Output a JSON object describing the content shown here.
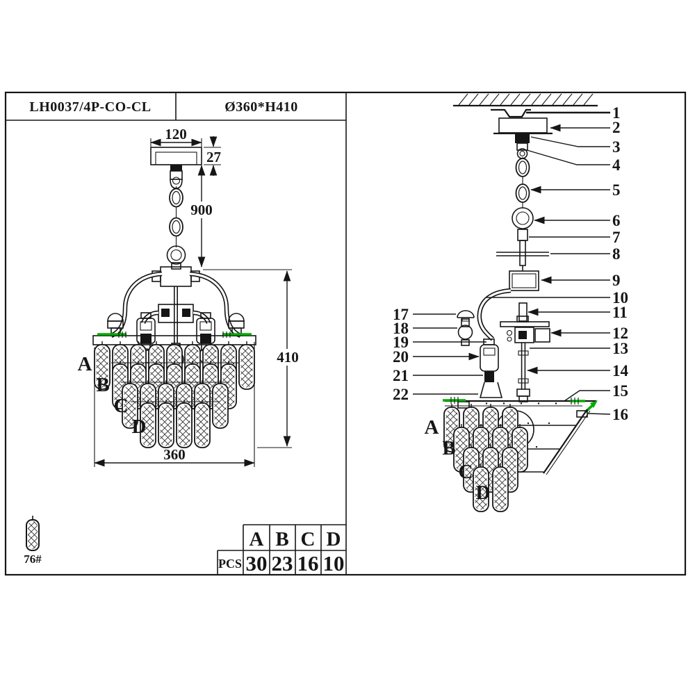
{
  "title_block": {
    "model": "LH0037/4P-CO-CL",
    "size": "Ø360*H410"
  },
  "left_panel": {
    "dims": {
      "canopy_width": "120",
      "canopy_height": "27",
      "chain_length": "900",
      "body_height": "410",
      "body_width": "360"
    },
    "tiers": {
      "a": "A",
      "b": "B",
      "c": "C",
      "d": "D"
    }
  },
  "right_panel": {
    "part_numbers": [
      "1",
      "2",
      "3",
      "4",
      "5",
      "6",
      "7",
      "8",
      "9",
      "10",
      "11",
      "12",
      "13",
      "14",
      "15",
      "16"
    ],
    "side_part_numbers": [
      "17",
      "18",
      "19",
      "20",
      "21",
      "22"
    ],
    "tiers": {
      "a": "A",
      "b": "B",
      "c": "C",
      "d": "D"
    }
  },
  "parts_table": {
    "row_label": "PCS",
    "columns": [
      "A",
      "B",
      "C",
      "D"
    ],
    "values": [
      "30",
      "23",
      "16",
      "10"
    ]
  },
  "footer": {
    "crystal_code": "76#"
  },
  "colors": {
    "line": "#161616",
    "accent_green": "#00ad00",
    "background": "#ffffff"
  }
}
